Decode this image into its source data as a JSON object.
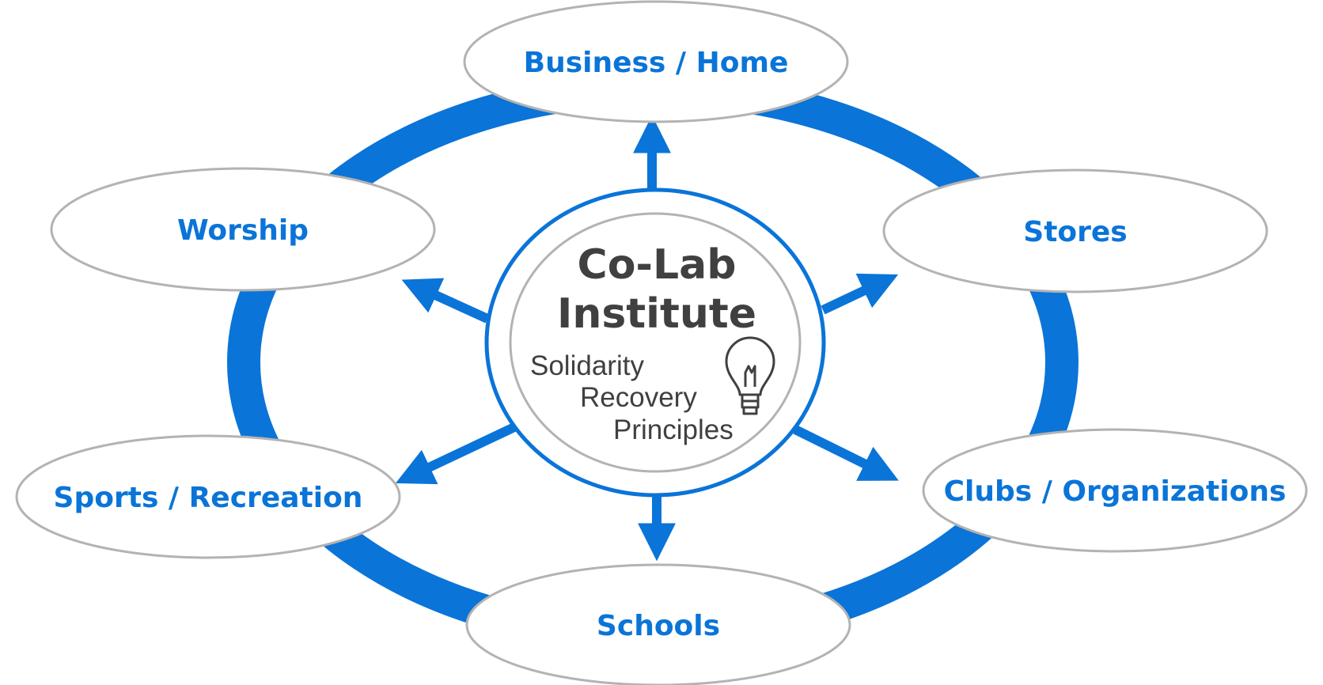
{
  "colors": {
    "ring": "#0a74d8",
    "arrow": "#0a74d8",
    "node_label": "#0a74d8",
    "node_border": "#b3b3b3",
    "center_outer_border": "#0a74d8",
    "center_inner_border": "#b3b3b3",
    "center_title": "#404040",
    "center_sub": "#404040"
  },
  "center": {
    "title_line1": "Co-Lab",
    "title_line2": "Institute",
    "principles": [
      "Solidarity",
      "Recovery",
      "Principles"
    ],
    "icon": "lightbulb-icon"
  },
  "nodes": [
    {
      "id": "business-home",
      "label": "Business / Home"
    },
    {
      "id": "stores",
      "label": "Stores"
    },
    {
      "id": "clubs-organizations",
      "label": "Clubs / Organizations"
    },
    {
      "id": "schools",
      "label": "Schools"
    },
    {
      "id": "sports-recreation",
      "label": "Sports / Recreation"
    },
    {
      "id": "worship",
      "label": "Worship"
    }
  ]
}
